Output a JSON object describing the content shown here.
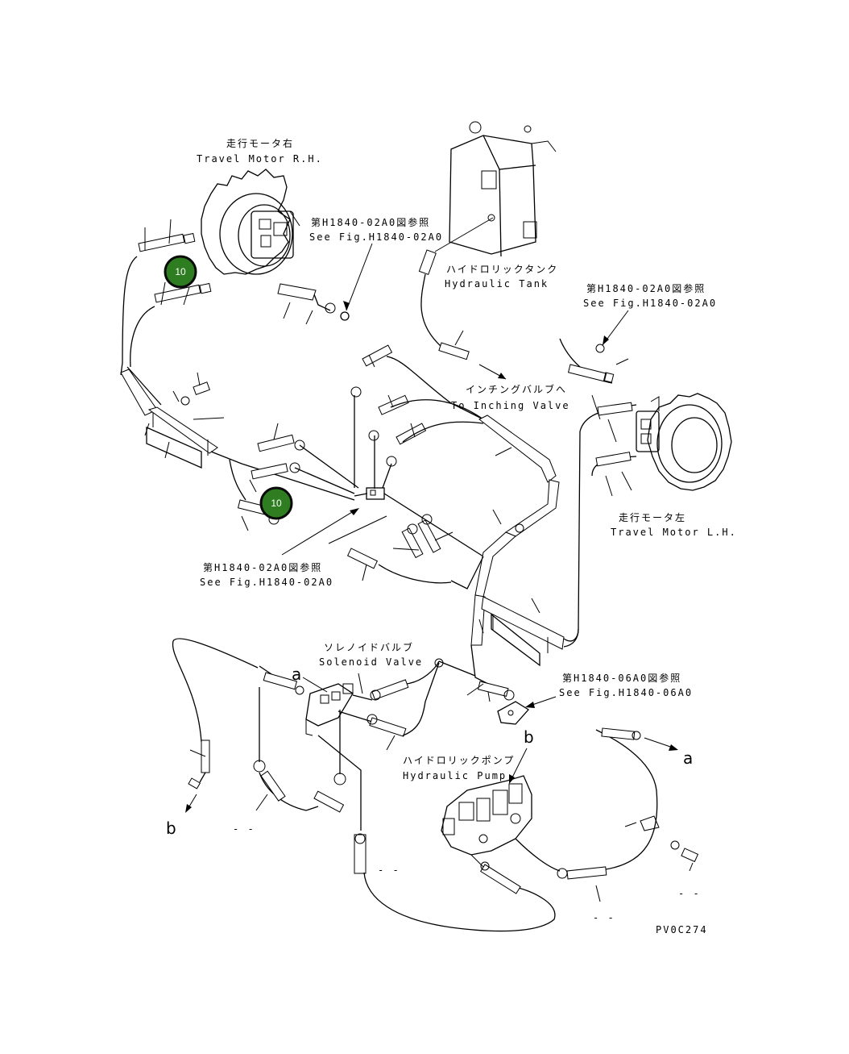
{
  "labels": {
    "travel_motor_rh_jp": "走行モータ右",
    "travel_motor_rh_en": "Travel Motor R.H.",
    "see_fig_1_jp": "第H1840-02A0図参照",
    "see_fig_1_en": "See Fig.H1840-02A0",
    "hydraulic_tank_jp": "ハイドロリックタンク",
    "hydraulic_tank_en": "Hydraulic Tank",
    "see_fig_2_jp": "第H1840-02A0図参照",
    "see_fig_2_en": "See Fig.H1840-02A0",
    "inching_valve_jp": "インチングバルブへ",
    "inching_valve_en": "To Inching Valve",
    "travel_motor_lh_jp": "走行モータ左",
    "travel_motor_lh_en": "Travel Motor L.H.",
    "see_fig_3_jp": "第H1840-02A0図参照",
    "see_fig_3_en": "See Fig.H1840-02A0",
    "solenoid_valve_jp": "ソレノイドバルブ",
    "solenoid_valve_en": "Solenoid Valve",
    "see_fig_4_jp": "第H1840-06A0図参照",
    "see_fig_4_en": "See Fig.H1840-06A0",
    "hydraulic_pump_jp": "ハイドロリックポンプ",
    "hydraulic_pump_en": "Hydraulic Pump",
    "drawing_code": "PV0C274"
  },
  "markers": {
    "a_solenoid": "a",
    "a_right": "a",
    "b_pump": "b",
    "b_left": "b"
  },
  "badges": [
    {
      "label": "10",
      "color": "#2e7d20"
    },
    {
      "label": "10",
      "color": "#2e7d20"
    }
  ],
  "callout_dashes": {
    "d1": "- -",
    "d2": "- -",
    "d3": "- -",
    "d4": "- -"
  }
}
